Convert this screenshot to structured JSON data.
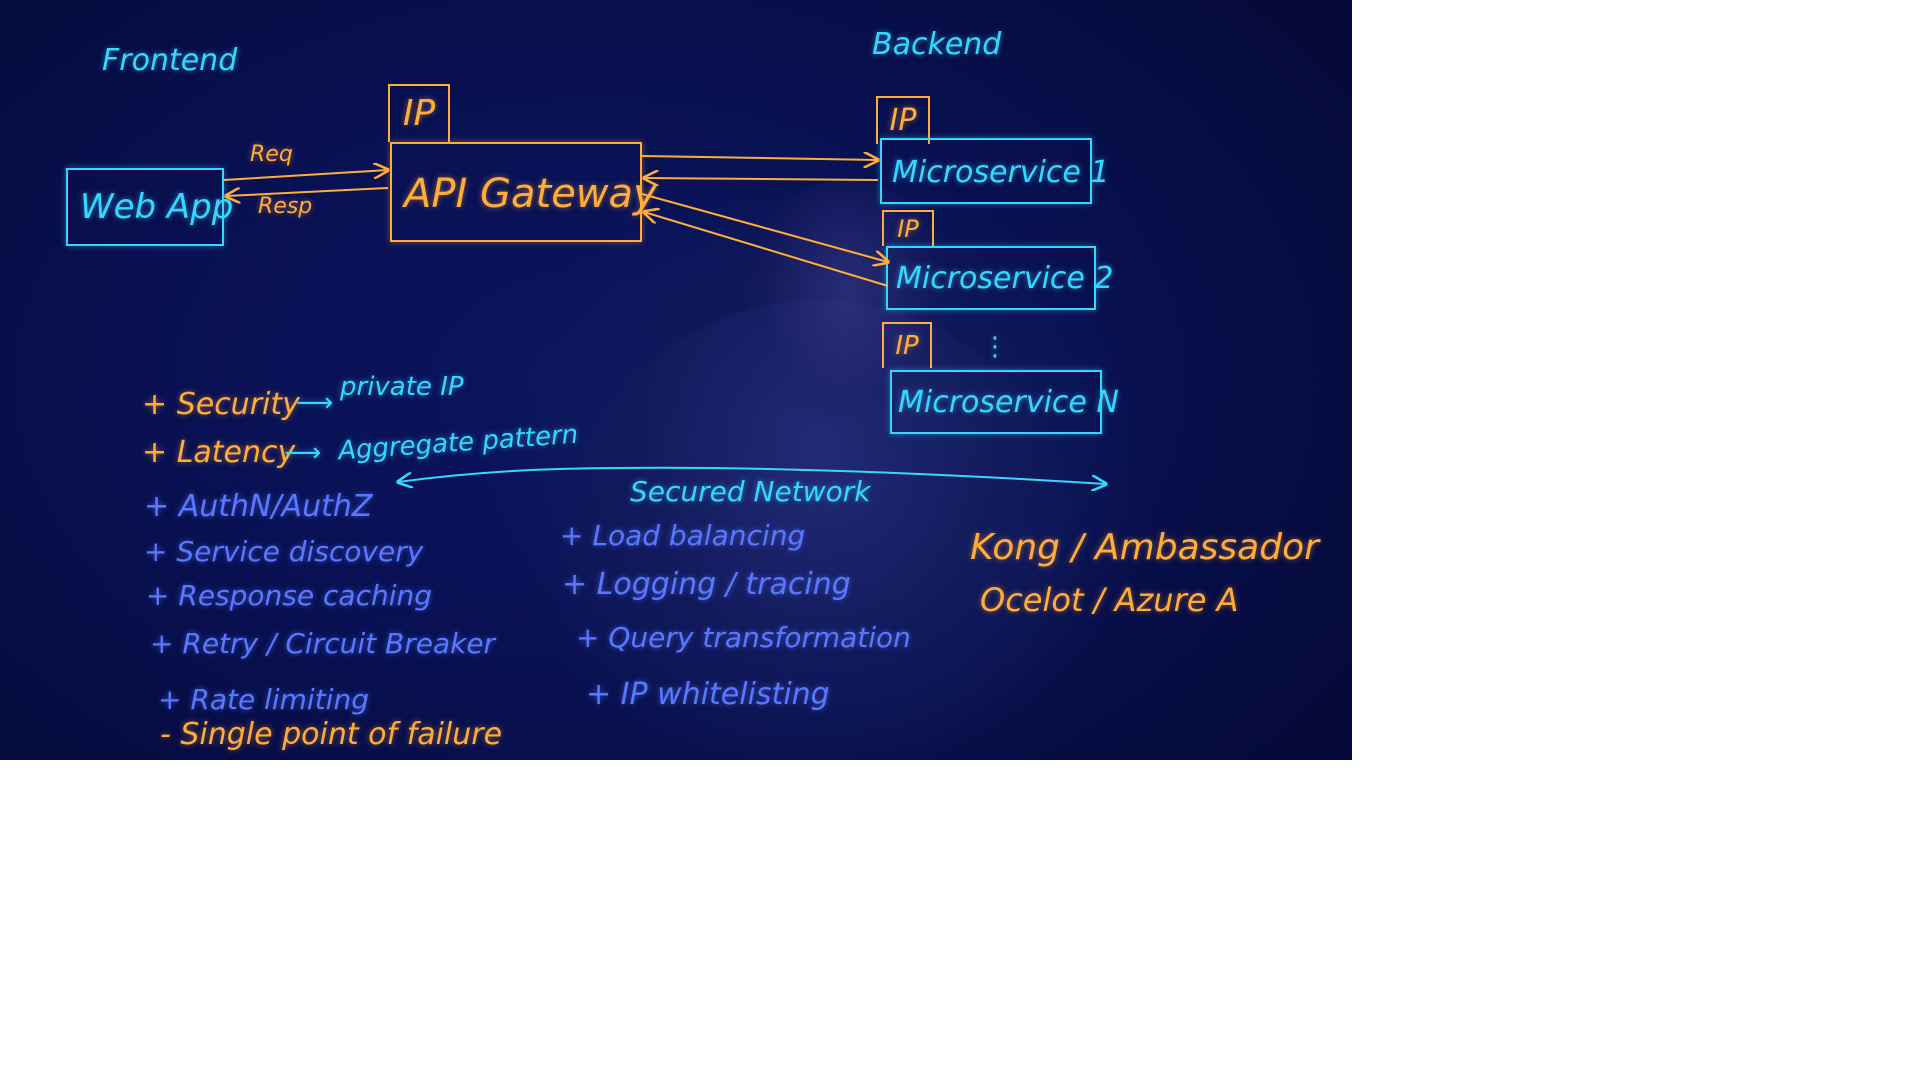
{
  "colors": {
    "board_bg": "#081050",
    "cyan_marker": "#36d7ff",
    "orange_marker": "#ffad3a",
    "blue_marker": "#5a78ff"
  },
  "diagram": {
    "frontend_label": "Frontend",
    "backend_label": "Backend",
    "web_app": "Web App",
    "api_gateway": "API Gateway",
    "gateway_ip": "IP",
    "req_label": "Req",
    "resp_label": "Resp",
    "services": [
      {
        "ip": "IP",
        "label": "Microservice 1"
      },
      {
        "ip": "IP",
        "label": "Microservice 2"
      },
      {
        "ip": "IP",
        "label": "Microservice N"
      }
    ],
    "ellipsis": "⋮",
    "secured_network": "Secured Network"
  },
  "pros_left": [
    {
      "sign": "+",
      "text": "Security",
      "arrow": "⟶",
      "note": "private IP"
    },
    {
      "sign": "+",
      "text": "Latency",
      "arrow": "⟶",
      "note": "Aggregate pattern"
    },
    {
      "sign": "+",
      "text": "AuthN/AuthZ"
    },
    {
      "sign": "+",
      "text": "Service discovery"
    },
    {
      "sign": "+",
      "text": "Response caching"
    },
    {
      "sign": "+",
      "text": "Retry / Circuit Breaker"
    },
    {
      "sign": "+",
      "text": "Rate limiting"
    }
  ],
  "con": {
    "sign": "-",
    "text": "Single point of failure"
  },
  "pros_middle": [
    "+ Load balancing",
    "+ Logging / tracing",
    "+ Query transformation",
    "+ IP whitelisting"
  ],
  "products": {
    "line1": "Kong / Ambassador",
    "line2": "Ocelot / Azure A"
  }
}
